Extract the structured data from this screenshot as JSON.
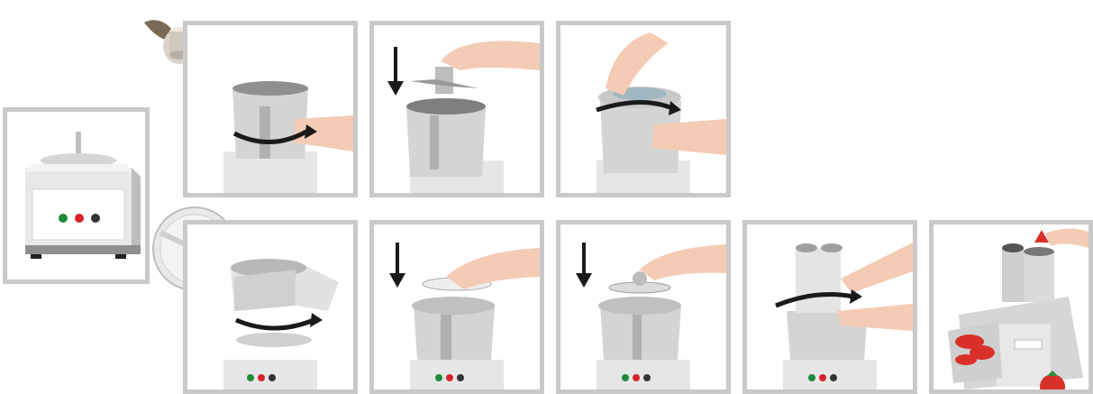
{
  "colors": {
    "frame": "#c9c9c9",
    "machine_body": "#e8e8e8",
    "machine_shadow": "#b5b5b5",
    "bowl": "#d4d4d4",
    "bowl_dark": "#9c9c9c",
    "skin": "#f4cbb4",
    "arrow": "#1a1a1a",
    "button_green": "#1e8a3a",
    "button_red": "#d6232a",
    "button_dark": "#333333",
    "tomato": "#d9302a"
  },
  "icons": {
    "blade_tool": "s-blade-icon",
    "disc_tool": "slicing-disc-icon"
  },
  "steps": [
    {
      "id": "machine-overview",
      "arrow": "none"
    },
    {
      "id": "fit-bowl",
      "arrow": "rotate-right"
    },
    {
      "id": "insert-blade",
      "arrow": "down"
    },
    {
      "id": "lock-lid",
      "arrow": "rotate-right"
    },
    {
      "id": "fit-veg-attachment",
      "arrow": "rotate-right"
    },
    {
      "id": "insert-disc",
      "arrow": "down"
    },
    {
      "id": "lower-disc",
      "arrow": "down"
    },
    {
      "id": "lock-veg-lid",
      "arrow": "rotate-right"
    },
    {
      "id": "slicing-in-use",
      "arrow": "none"
    }
  ]
}
